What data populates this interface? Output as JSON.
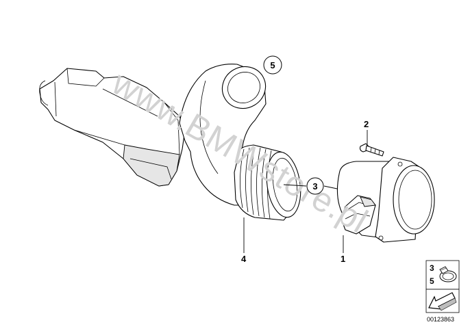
{
  "callouts": {
    "c1": "1",
    "c2": "2",
    "c3": "3",
    "c4": "4",
    "c5": "5"
  },
  "legend": {
    "item_a": "3",
    "item_b": "5",
    "part_code": "00123863"
  },
  "watermark": {
    "text": "www.BMWstore.pl"
  },
  "icons": {
    "clamp": "hose-clamp-icon",
    "arrow": "direction-arrow-icon"
  }
}
